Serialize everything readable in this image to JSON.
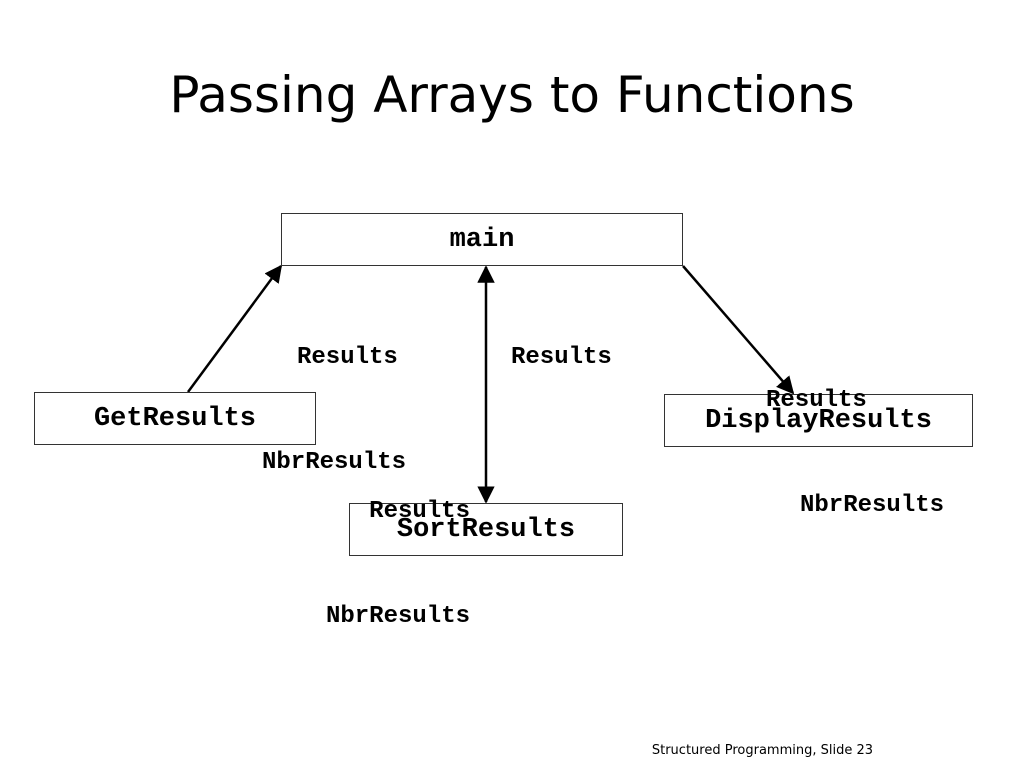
{
  "slide": {
    "title": "Passing Arrays to Functions",
    "footer": "Structured Programming, Slide 23"
  },
  "diagram": {
    "nodes": {
      "main": "main",
      "get_results": "GetResults",
      "sort_results": "SortResults",
      "display_results": "DisplayResults"
    },
    "edges": {
      "get_to_main": {
        "line1": "Results",
        "line2": "NbrResults"
      },
      "main_sort_up": {
        "line1": "Results"
      },
      "main_sort_down": {
        "line1": "Results",
        "line2": "NbrResults"
      },
      "main_to_display": {
        "line1": "Results",
        "line2": "NbrResults"
      }
    }
  }
}
